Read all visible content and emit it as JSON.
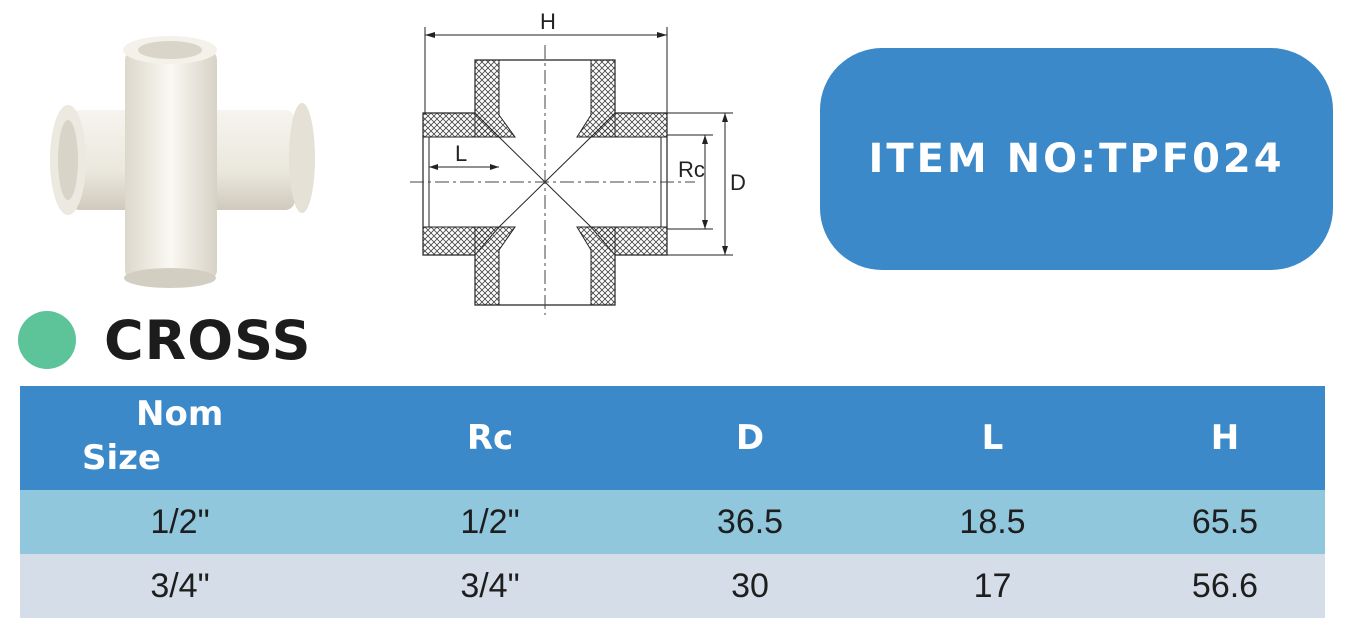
{
  "item_label": "ITEM NO:TPF024",
  "product_title": "CROSS",
  "drawing_labels": {
    "h": "H",
    "l": "L",
    "rc": "Rc",
    "d": "D"
  },
  "table": {
    "headers": {
      "nom_line1": "Nom",
      "nom_line2": "Size",
      "rc": "Rc",
      "d": "D",
      "l": "L",
      "h": "H"
    },
    "rows": [
      {
        "nom": "1/2\"",
        "rc": "1/2\"",
        "d": "36.5",
        "l": "18.5",
        "h": "65.5"
      },
      {
        "nom": "3/4\"",
        "rc": "3/4\"",
        "d": "30",
        "l": "17",
        "h": "56.6"
      }
    ]
  },
  "colors": {
    "accent_blue": "#3b89c9",
    "dot_green": "#5cc498",
    "row1": "#91c7dc",
    "row2": "#d4dde8"
  }
}
